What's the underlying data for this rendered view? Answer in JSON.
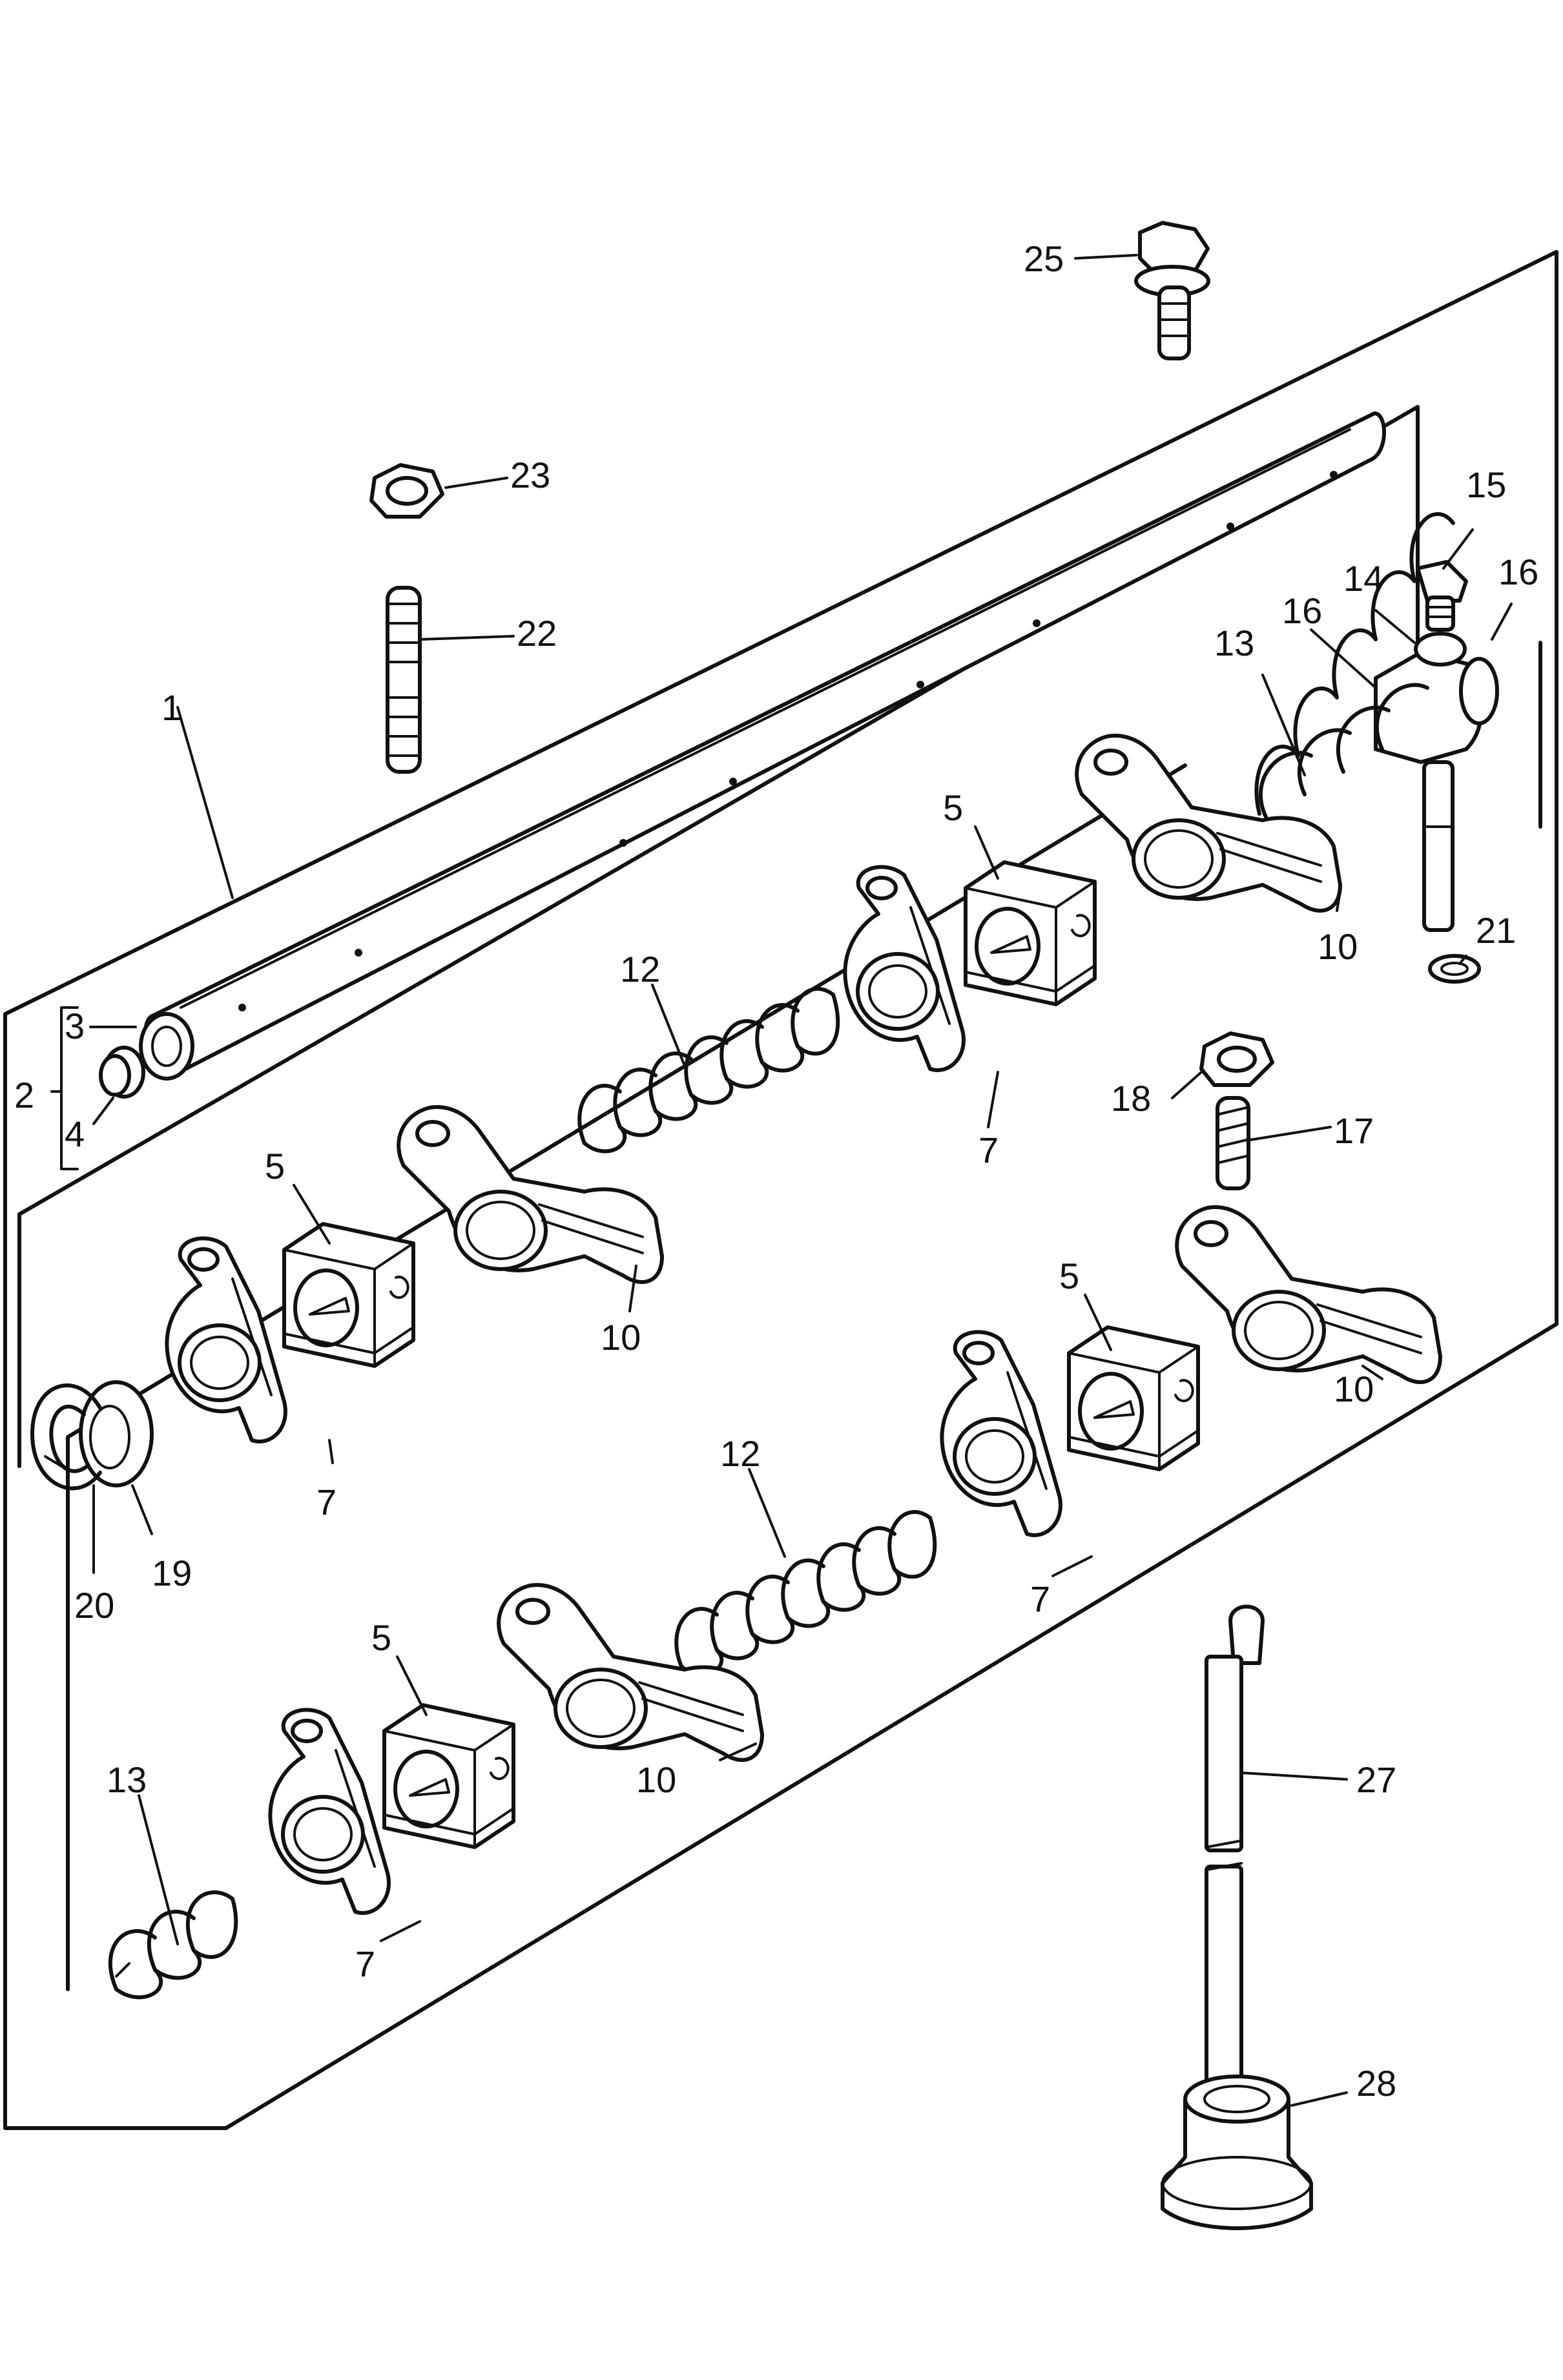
{
  "diagram": {
    "callouts": [
      {
        "id": "c1",
        "label": "1"
      },
      {
        "id": "c2",
        "label": "2"
      },
      {
        "id": "c3",
        "label": "3"
      },
      {
        "id": "c4",
        "label": "4"
      },
      {
        "id": "c5a",
        "label": "5"
      },
      {
        "id": "c5b",
        "label": "5"
      },
      {
        "id": "c5c",
        "label": "5"
      },
      {
        "id": "c5d",
        "label": "5"
      },
      {
        "id": "c7a",
        "label": "7"
      },
      {
        "id": "c7b",
        "label": "7"
      },
      {
        "id": "c7c",
        "label": "7"
      },
      {
        "id": "c7d",
        "label": "7"
      },
      {
        "id": "c10a",
        "label": "10"
      },
      {
        "id": "c10b",
        "label": "10"
      },
      {
        "id": "c10c",
        "label": "10"
      },
      {
        "id": "c10d",
        "label": "10"
      },
      {
        "id": "c12a",
        "label": "12"
      },
      {
        "id": "c12b",
        "label": "12"
      },
      {
        "id": "c13a",
        "label": "13"
      },
      {
        "id": "c13b",
        "label": "13"
      },
      {
        "id": "c14",
        "label": "14"
      },
      {
        "id": "c15",
        "label": "15"
      },
      {
        "id": "c16a",
        "label": "16"
      },
      {
        "id": "c16b",
        "label": "16"
      },
      {
        "id": "c17",
        "label": "17"
      },
      {
        "id": "c18",
        "label": "18"
      },
      {
        "id": "c19",
        "label": "19"
      },
      {
        "id": "c20",
        "label": "20"
      },
      {
        "id": "c21",
        "label": "21"
      },
      {
        "id": "c22",
        "label": "22"
      },
      {
        "id": "c23",
        "label": "23"
      },
      {
        "id": "c25",
        "label": "25"
      },
      {
        "id": "c27",
        "label": "27"
      },
      {
        "id": "c28",
        "label": "28"
      }
    ]
  }
}
